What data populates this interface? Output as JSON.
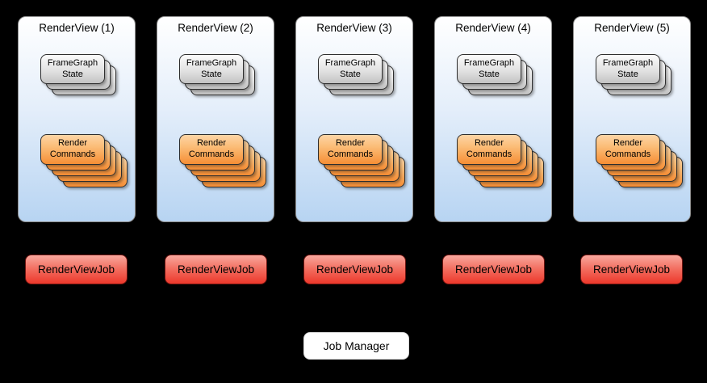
{
  "diagram": {
    "background_color": "#000000",
    "labels": {
      "framegraph_state": "FrameGraph State",
      "render_commands": "Render Commands"
    },
    "panels": [
      {
        "title": "RenderView (1)"
      },
      {
        "title": "RenderView (2)"
      },
      {
        "title": "RenderView (3)"
      },
      {
        "title": "RenderView (4)"
      },
      {
        "title": "RenderView (5)"
      }
    ],
    "framegraph_stack_count": 3,
    "render_commands_stack_count": 5,
    "jobs": [
      {
        "label": "RenderViewJob"
      },
      {
        "label": "RenderViewJob"
      },
      {
        "label": "RenderViewJob"
      },
      {
        "label": "RenderViewJob"
      },
      {
        "label": "RenderViewJob"
      }
    ],
    "job_manager": {
      "label": "Job Manager"
    },
    "colors": {
      "panel_gradient_top": "#ffffff",
      "panel_gradient_bottom": "#b7d4f2",
      "state_card_gradient_top": "#fbfbfb",
      "state_card_gradient_bottom": "#c3c3c3",
      "commands_card_gradient_top": "#fdd5a6",
      "commands_card_gradient_bottom": "#f68e35",
      "job_gradient_top": "#f8a89e",
      "job_gradient_bottom": "#ed382b",
      "job_manager_fill": "#ffffff"
    }
  }
}
